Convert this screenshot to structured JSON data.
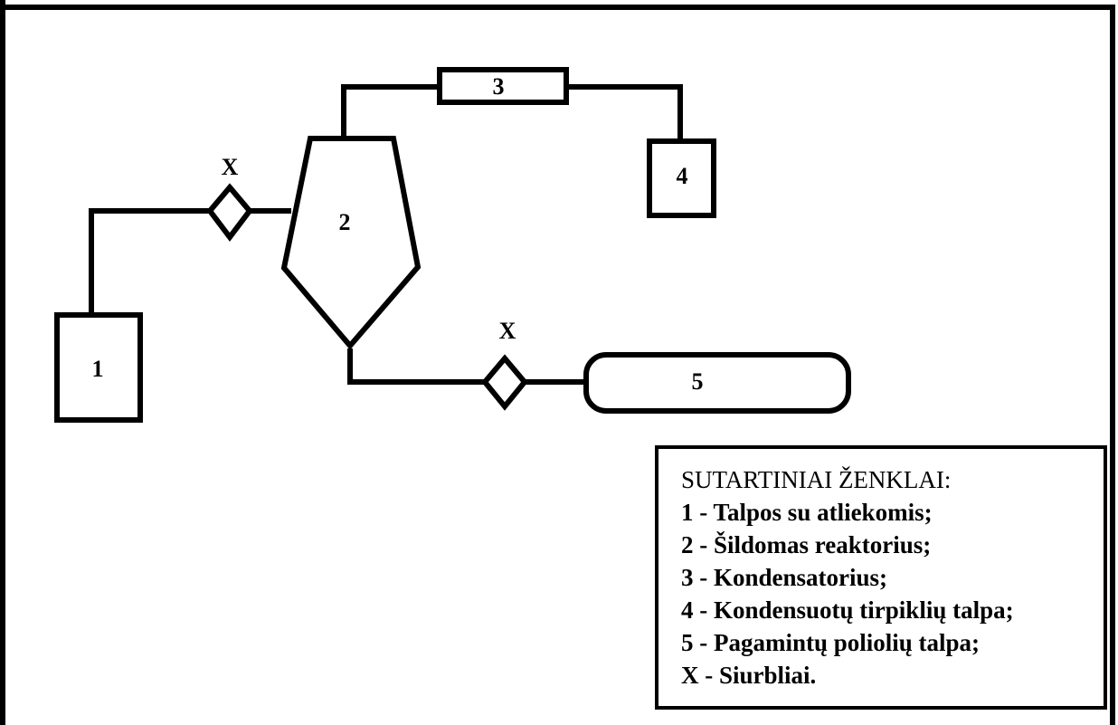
{
  "diagram": {
    "units": {
      "u1": "1",
      "u2": "2",
      "u3": "3",
      "u4": "4",
      "u5": "5"
    },
    "pumps": {
      "p1": "X",
      "p2": "X"
    },
    "colors": {
      "line": "#000000",
      "background": "#ffffff"
    }
  },
  "legend": {
    "title": "SUTARTINIAI ŽENKLAI:",
    "items": [
      "1 - Talpos su atliekomis;",
      "2 - Šildomas reaktorius;",
      "3 - Kondensatorius;",
      "4 - Kondensuotų tirpiklių talpa;",
      "5 - Pagamintų poliolių talpa;",
      "X - Siurbliai."
    ]
  }
}
